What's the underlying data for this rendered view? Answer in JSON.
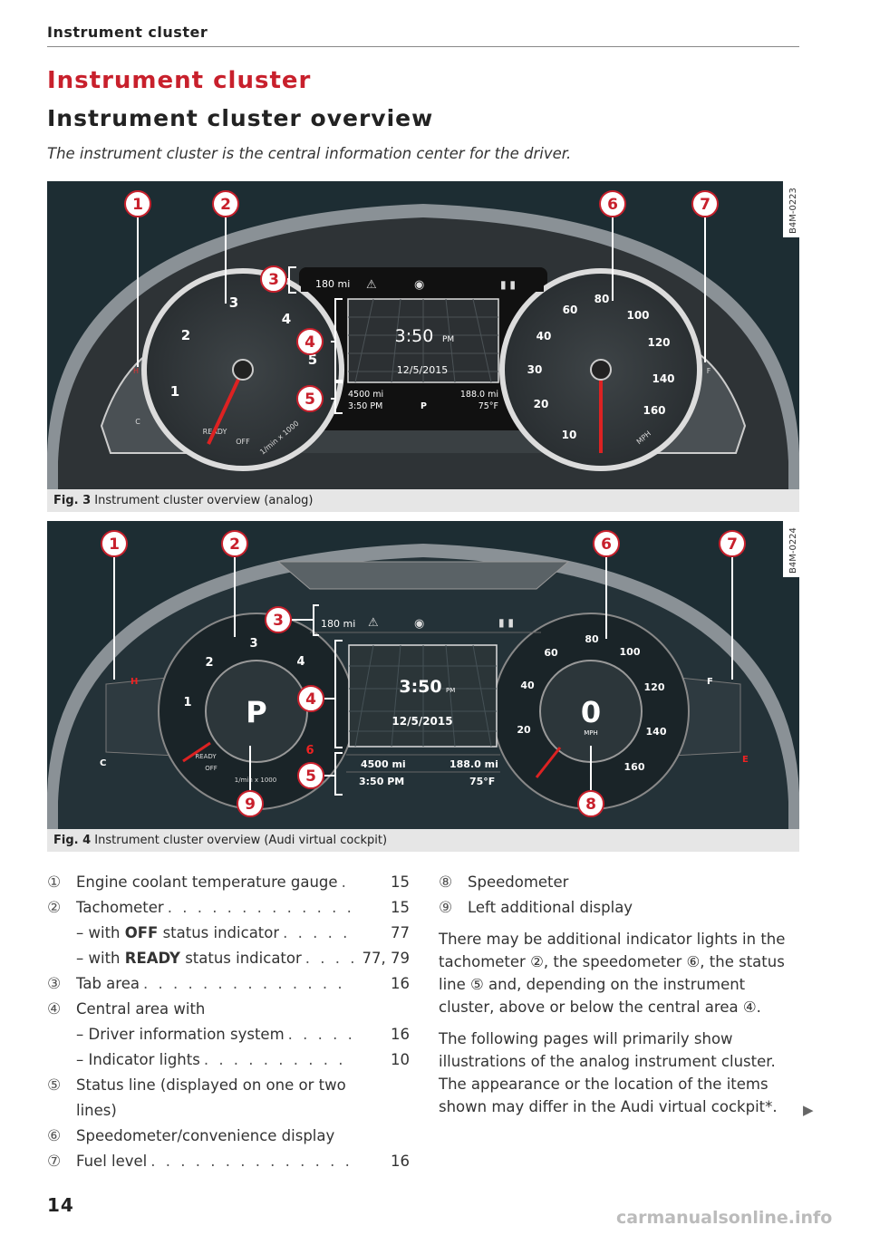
{
  "running_header": "Instrument cluster",
  "title": "Instrument cluster",
  "subtitle": "Instrument cluster overview",
  "intro": "The instrument cluster is the central information center for the driver.",
  "colors": {
    "accent_red": "#c8202c",
    "figure_bg": "#1d2d33",
    "caption_bg": "#e6e6e6"
  },
  "fig3": {
    "code": "B4M-0223",
    "caption_label": "Fig. 3",
    "caption_text": "Instrument cluster overview (analog)",
    "callouts": [
      "1",
      "2",
      "3",
      "4",
      "5",
      "6",
      "7"
    ],
    "tab_range": "180 mi",
    "time": "3:50",
    "time_suffix": "PM",
    "date": "12/5/2015",
    "status": {
      "odometer": "4500 mi",
      "trip": "188.0 mi",
      "clock": "3:50 PM",
      "gear": "P",
      "temp": "75°F"
    },
    "tach_labels": [
      "1",
      "2",
      "3",
      "4",
      "5"
    ],
    "tach_text": {
      "ready": "READY",
      "off": "OFF",
      "unit": "1/min x 1000"
    },
    "speed_labels": [
      "10",
      "20",
      "30",
      "40",
      "60",
      "80",
      "100",
      "120",
      "140",
      "160"
    ],
    "speed_unit": "MPH",
    "coolant": {
      "hot": "H",
      "cold": "C"
    },
    "fuel": {
      "full": "F"
    }
  },
  "fig4": {
    "code": "B4M-0224",
    "caption_label": "Fig. 4",
    "caption_text": "Instrument cluster overview (Audi virtual cockpit)",
    "callouts": [
      "1",
      "2",
      "3",
      "4",
      "5",
      "6",
      "7",
      "8",
      "9"
    ],
    "tab_range": "180 mi",
    "time": "3:50",
    "time_suffix": "PM",
    "date": "12/5/2015",
    "status": {
      "odometer": "4500 mi",
      "trip": "188.0 mi",
      "clock": "3:50 PM",
      "temp": "75°F"
    },
    "gear": "P",
    "speed": "0",
    "speed_unit": "MPH",
    "tach_labels": [
      "1",
      "2",
      "3",
      "4",
      "6"
    ],
    "tach_text": {
      "ready": "READY",
      "off": "OFF",
      "unit": "1/min x 1000"
    },
    "speed_labels": [
      "20",
      "40",
      "60",
      "80",
      "100",
      "120",
      "140",
      "160"
    ],
    "coolant": {
      "hot": "H",
      "cold": "C"
    },
    "fuel": {
      "full": "F",
      "empty": "E"
    }
  },
  "legend_left": [
    {
      "num": "①",
      "label": "Engine coolant temperature gauge",
      "page": "15"
    },
    {
      "num": "②",
      "label": "Tachometer",
      "page": "15"
    },
    {
      "sub": true,
      "pre": "– with ",
      "bold": "OFF",
      "post": " status indicator",
      "page": "77"
    },
    {
      "sub": true,
      "pre": "– with ",
      "bold": "READY",
      "post": " status indicator",
      "page": "77, 79"
    },
    {
      "num": "③",
      "label": "Tab area",
      "page": "16"
    },
    {
      "num": "④",
      "label": "Central area with",
      "page": ""
    },
    {
      "sub": true,
      "pre": "– Driver information system",
      "page": "16"
    },
    {
      "sub": true,
      "pre": "– Indicator lights",
      "page": "10"
    },
    {
      "num": "⑤",
      "label": "Status line (displayed on one or two",
      "label2": "lines)",
      "page": ""
    },
    {
      "num": "⑥",
      "label": "Speedometer/convenience display",
      "page": ""
    },
    {
      "num": "⑦",
      "label": "Fuel level",
      "page": "16"
    }
  ],
  "legend_right": [
    {
      "num": "⑧",
      "label": "Speedometer"
    },
    {
      "num": "⑨",
      "label": "Left additional display"
    }
  ],
  "para1": "There may be additional indicator lights in the tachometer ②, the speedometer ⑥, the status line ⑤ and, depending on the instrument cluster, above or below the central area ④.",
  "para2": "The following pages will primarily show illustrations of the analog instrument cluster. The appearance or the location of the items shown may differ in the Audi virtual cockpit*.",
  "page_number": "14",
  "watermark": "carmanualsonline.info"
}
